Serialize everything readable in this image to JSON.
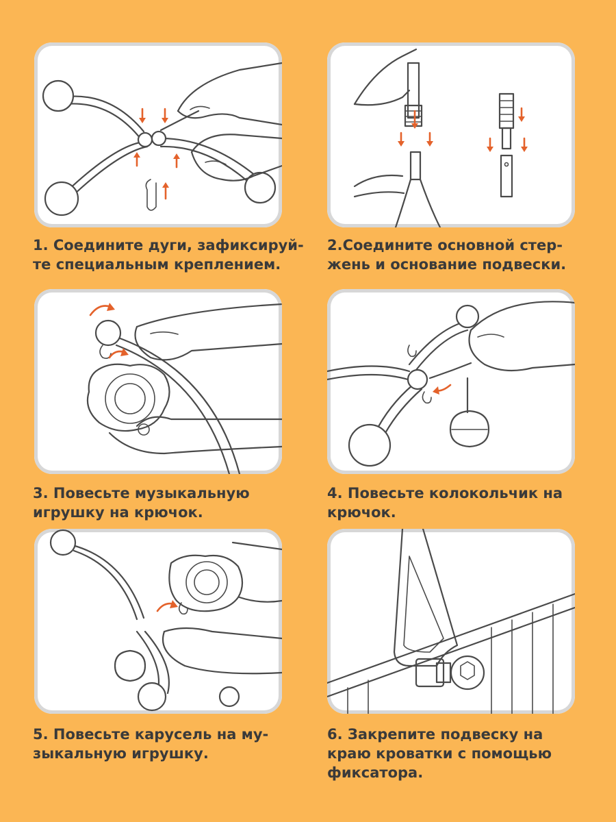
{
  "colors": {
    "background": "#FBB654",
    "card": "#FFFFFF",
    "arrow": "#E4622B",
    "text": "#3A3A3A"
  },
  "steps": [
    {
      "caption_line1": "1. Соедините дуги, зафиксируй-",
      "caption_line2": "те специальным креплением.",
      "caption_line3": ""
    },
    {
      "caption_line1": "2.Соедините основной стер-",
      "caption_line2": "жень и основание подвески.",
      "caption_line3": ""
    },
    {
      "caption_line1": "3. Повесьте музыкальную",
      "caption_line2": "игрушку на крючок.",
      "caption_line3": ""
    },
    {
      "caption_line1": "4. Повесьте колокольчик на",
      "caption_line2": "крючок.",
      "caption_line3": ""
    },
    {
      "caption_line1": "5. Повесьте карусель на му-",
      "caption_line2": "зыкальную игрушку.",
      "caption_line3": ""
    },
    {
      "caption_line1": "6. Закрепите подвеску на",
      "caption_line2": "краю кроватки с помощью",
      "caption_line3": "фиксатора."
    }
  ]
}
